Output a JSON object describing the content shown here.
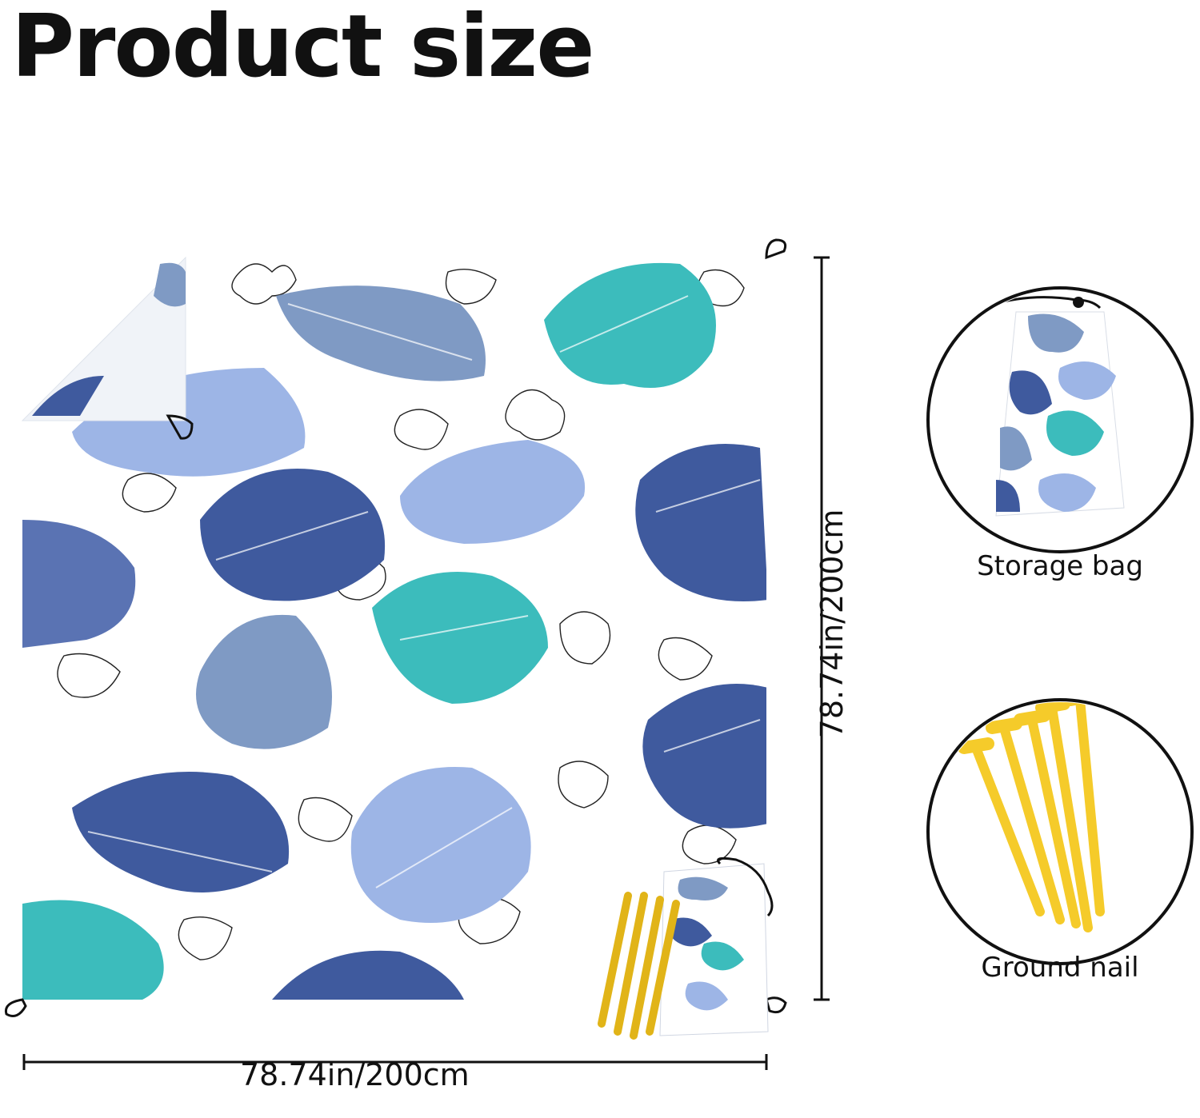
{
  "title": "Product size",
  "dimensions": {
    "width_label": "78.74in/200cm",
    "height_label": "78.74in/200cm"
  },
  "accessories": [
    {
      "label": "Storage bag",
      "icon": "storage-bag-icon"
    },
    {
      "label": "Ground nail",
      "icon": "ground-nail-icon"
    }
  ],
  "colors": {
    "navy_leaf": "#3f5a9e",
    "slate_leaf": "#7f9ac4",
    "periwinkle_leaf": "#9db5e6",
    "teal_leaf": "#3cbcbc",
    "nail_yellow": "#f5cb2a",
    "outline": "#111111"
  }
}
